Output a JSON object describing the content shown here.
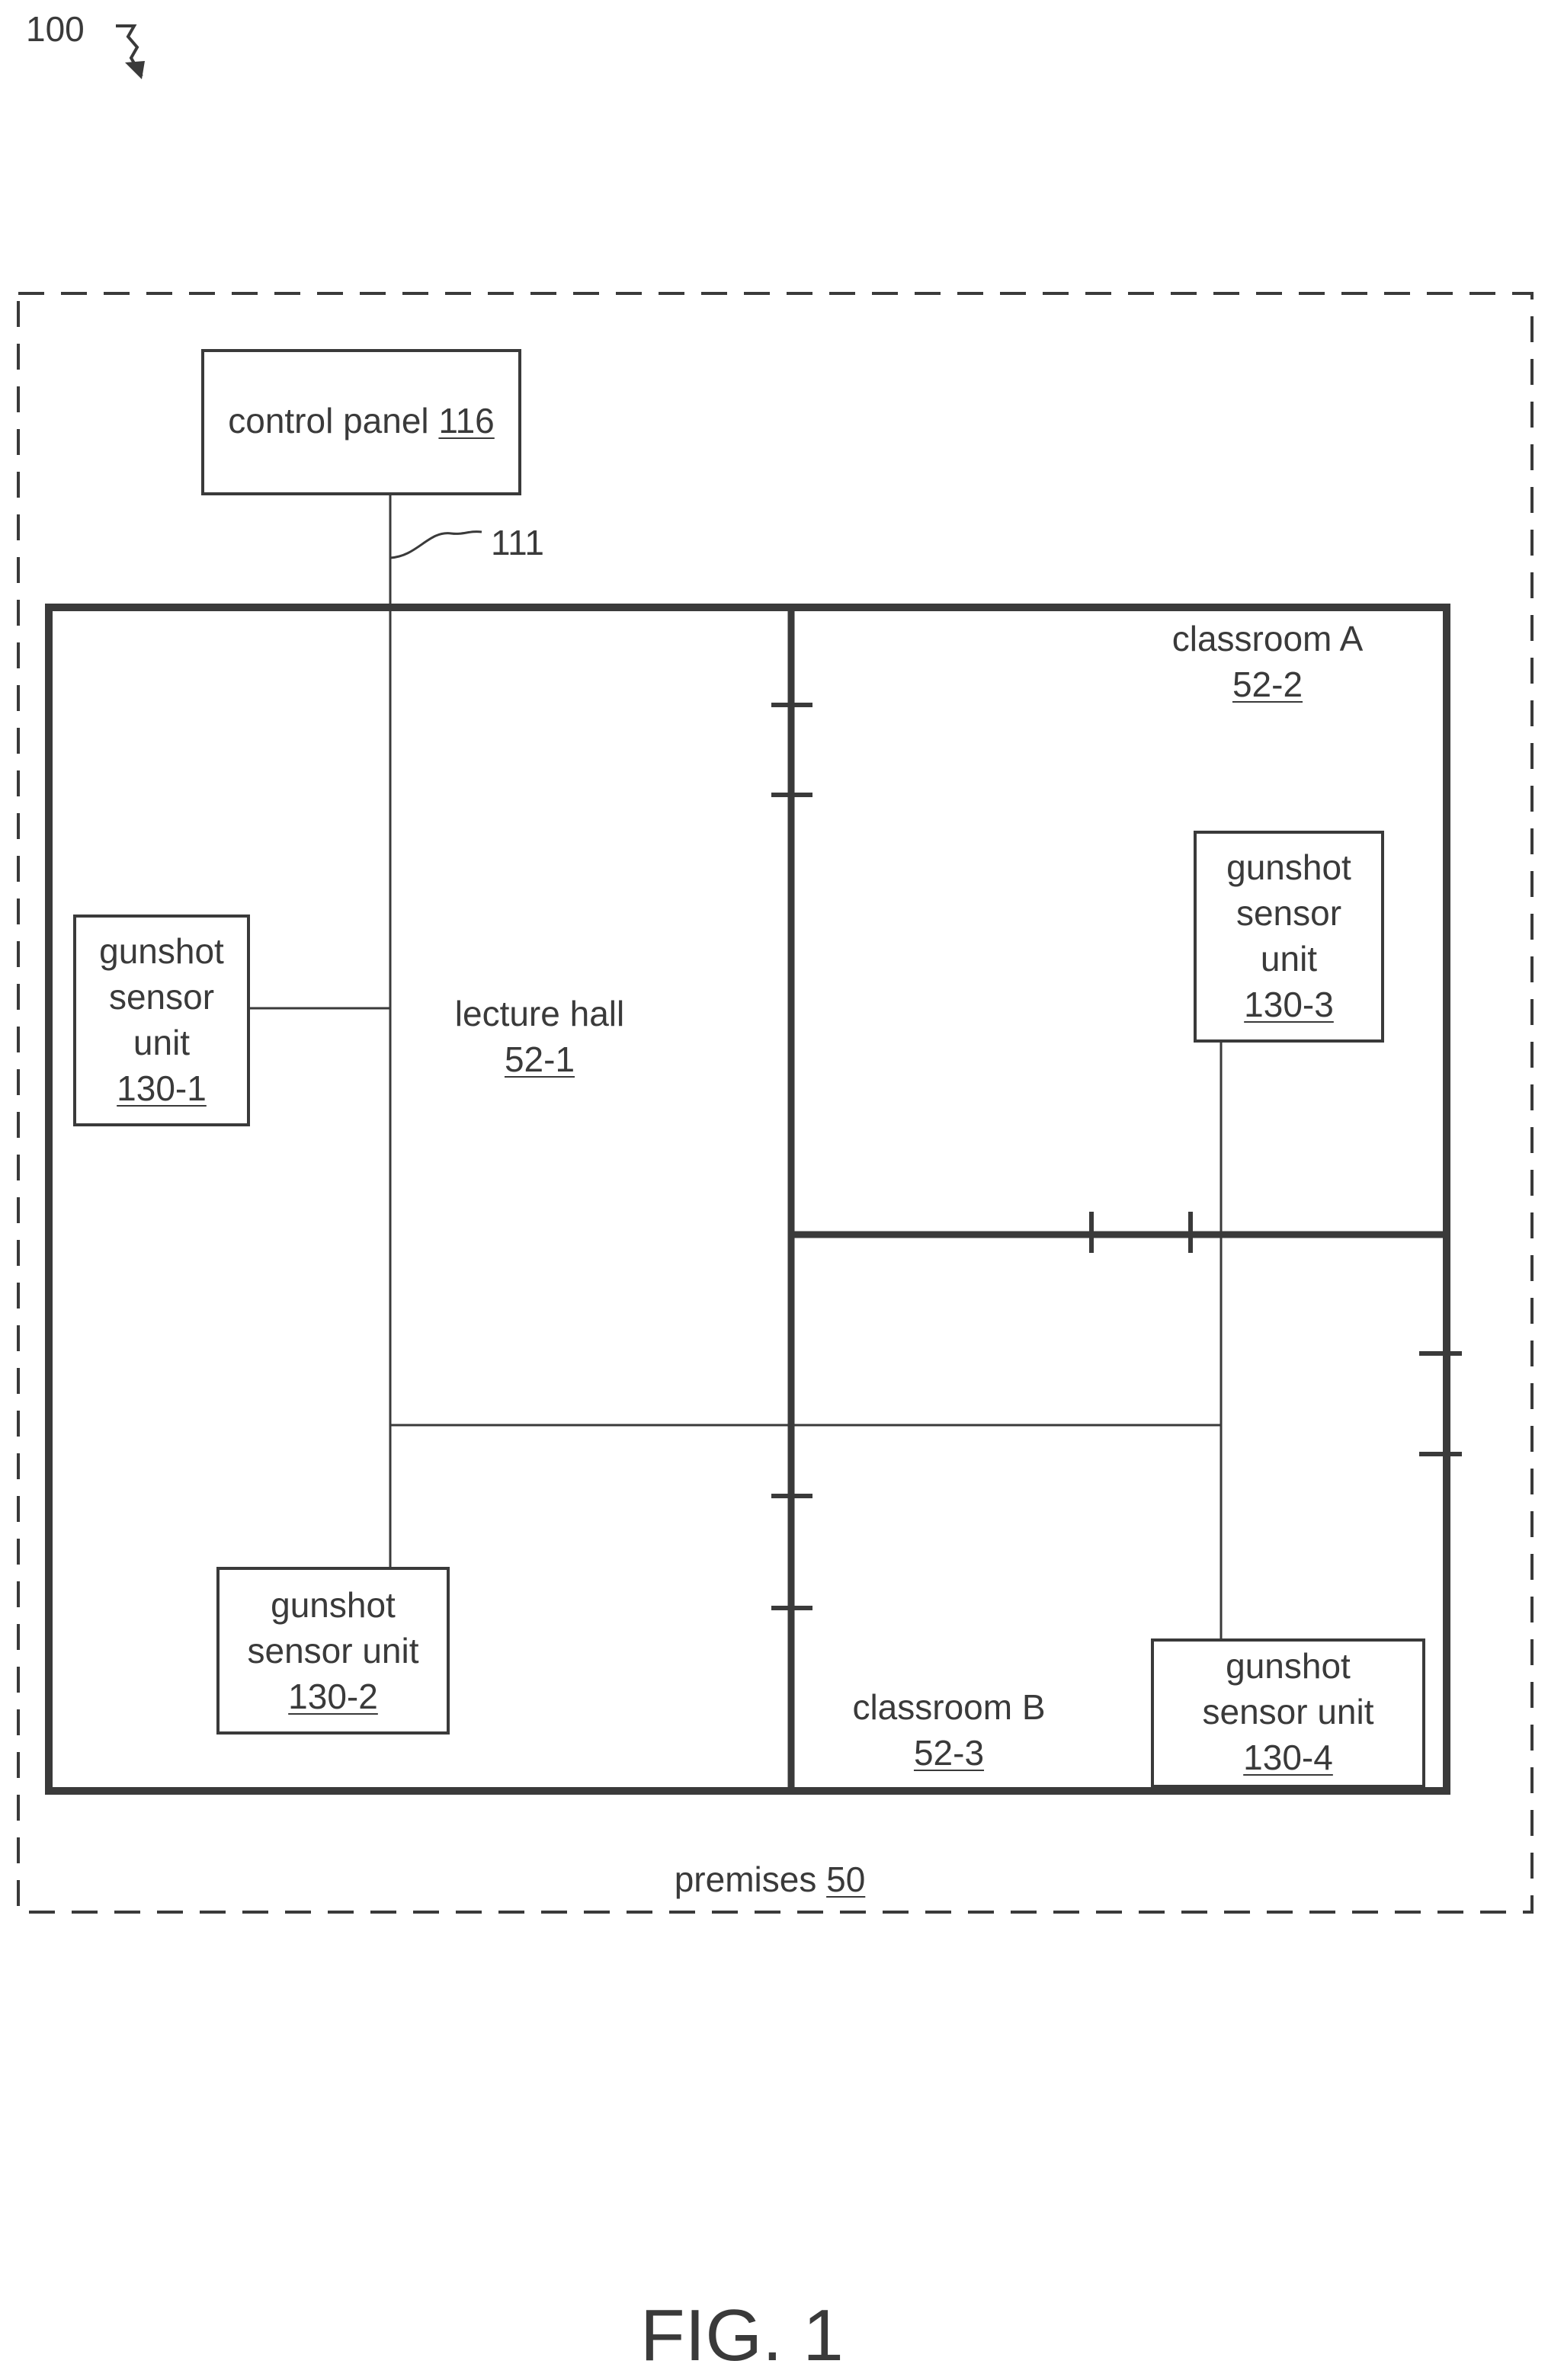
{
  "figure": {
    "ref_number": "100",
    "caption": "FIG. 1"
  },
  "premises": {
    "label": "premises",
    "ref": "50"
  },
  "control_panel": {
    "label": "control panel",
    "ref": "116"
  },
  "bus": {
    "ref": "111"
  },
  "rooms": {
    "lecture_hall": {
      "label": "lecture hall",
      "ref": "52-1"
    },
    "classroom_a": {
      "label": "classroom A",
      "ref": "52-2"
    },
    "classroom_b": {
      "label": "classroom B",
      "ref": "52-3"
    }
  },
  "sensors": {
    "s1": {
      "line1": "gunshot",
      "line2": "sensor",
      "line3": "unit",
      "ref": "130-1"
    },
    "s2": {
      "line1": "gunshot",
      "line2": "sensor unit",
      "ref": "130-2"
    },
    "s3": {
      "line1": "gunshot",
      "line2": "sensor",
      "line3": "unit",
      "ref": "130-3"
    },
    "s4": {
      "line1": "gunshot",
      "line2": "sensor unit",
      "ref": "130-4"
    }
  }
}
